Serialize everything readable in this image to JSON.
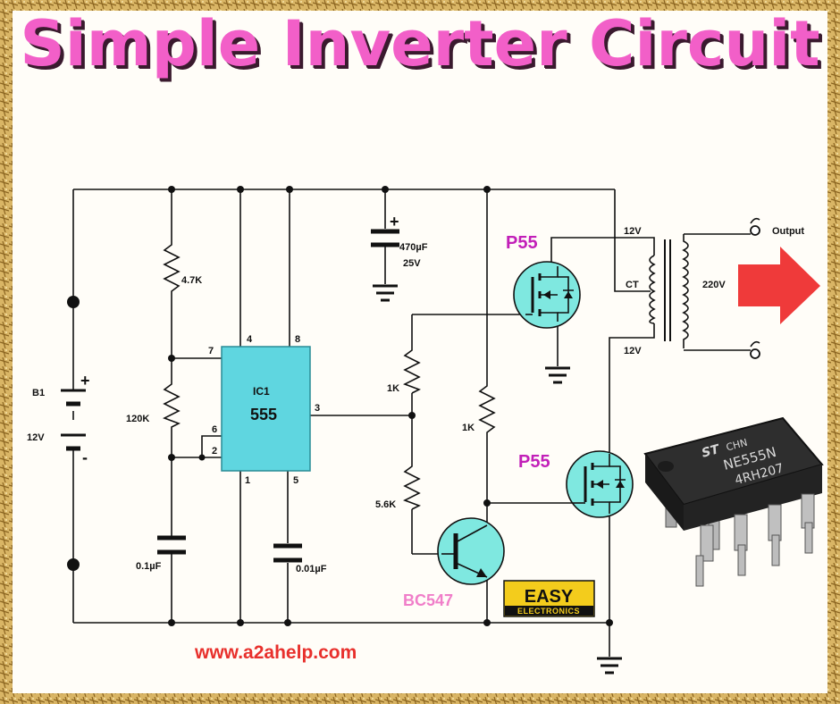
{
  "title": "Simple Inverter Circuit",
  "website": "www.a2ahelp.com",
  "labels": {
    "battery_name": "B1",
    "battery_voltage": "12V",
    "battery_plus": "+",
    "battery_minus": "-",
    "r1": "4.7K",
    "r2": "120K",
    "c1": "0.1µF",
    "c2": "0.01µF",
    "ic_name": "IC1",
    "ic_type": "555",
    "pin4": "4",
    "pin8": "8",
    "pin7": "7",
    "pin6": "6",
    "pin2": "2",
    "pin3": "3",
    "pin1": "1",
    "pin5": "5",
    "cap_value": "470µF",
    "cap_voltage": "25V",
    "cap_plus": "+",
    "r3": "1K",
    "r4": "5.6K",
    "r5": "1K",
    "mosfet_top": "P55",
    "mosfet_bottom": "P55",
    "transistor": "BC547",
    "tap_top": "12V",
    "tap_center": "CT",
    "tap_bottom": "12V",
    "secondary": "220V",
    "output": "Output"
  },
  "badge": {
    "line1": "EASY",
    "line2": "ELECTRONICS"
  },
  "chip_marking": {
    "line1": "CHN",
    "line2": "NE555N",
    "line3": "4RH207"
  },
  "colors": {
    "title": "#f25fc8",
    "ic_fill": "#5fd6e0",
    "mosfet_fill": "#7fe8e0",
    "arrow": "#ef3a3a",
    "badge_bg": "#f3cc1c",
    "border_gold": "#c79a3a"
  }
}
